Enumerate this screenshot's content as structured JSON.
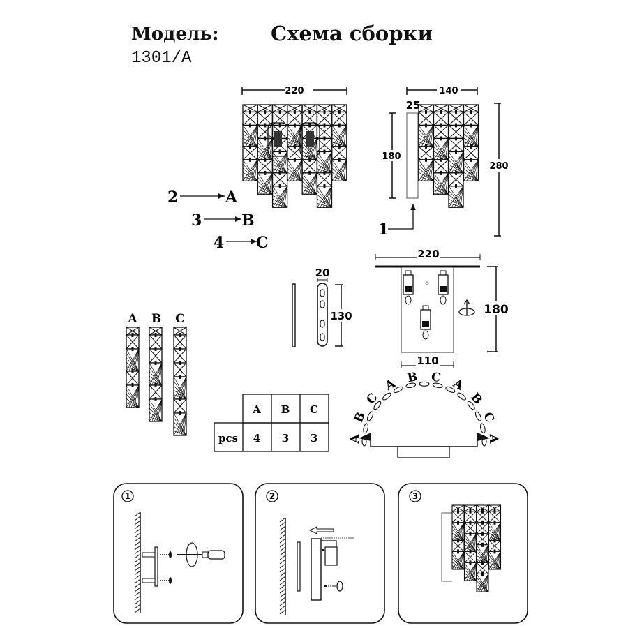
{
  "header": {
    "model_label": "Модель:",
    "model_number": "1301/A",
    "title": "Схема сборки"
  },
  "front_view": {
    "width_dim": "220",
    "callouts": [
      {
        "number": "2",
        "part": "A"
      },
      {
        "number": "3",
        "part": "B"
      },
      {
        "number": "4",
        "part": "C"
      }
    ],
    "column_pattern": [
      "A",
      "B",
      "C",
      "A",
      "B",
      "C",
      "A"
    ]
  },
  "side_view": {
    "depth_dim": "140",
    "backplate_dim": "25",
    "backplate_height_dim": "180",
    "total_height_dim": "280",
    "callout_number": "1"
  },
  "bracket_view": {
    "width_dim": "20",
    "height_dim": "130"
  },
  "top_view": {
    "width_dim": "220",
    "base_width_dim": "110",
    "height_dim": "180"
  },
  "parts": {
    "labels": [
      "A",
      "B",
      "C"
    ]
  },
  "quantity_table": {
    "row_label": "pcs",
    "headers": [
      "A",
      "B",
      "C"
    ],
    "values": [
      "4",
      "3",
      "3"
    ]
  },
  "arc_diagram": {
    "sequence": [
      "A",
      "B",
      "C",
      "A",
      "B",
      "C",
      "A",
      "B",
      "C",
      "A"
    ]
  },
  "steps": [
    {
      "number": "1",
      "description": "mount bracket to wall with screws"
    },
    {
      "number": "2",
      "description": "attach backplate to bracket"
    },
    {
      "number": "3",
      "description": "assembled fixture"
    }
  ]
}
